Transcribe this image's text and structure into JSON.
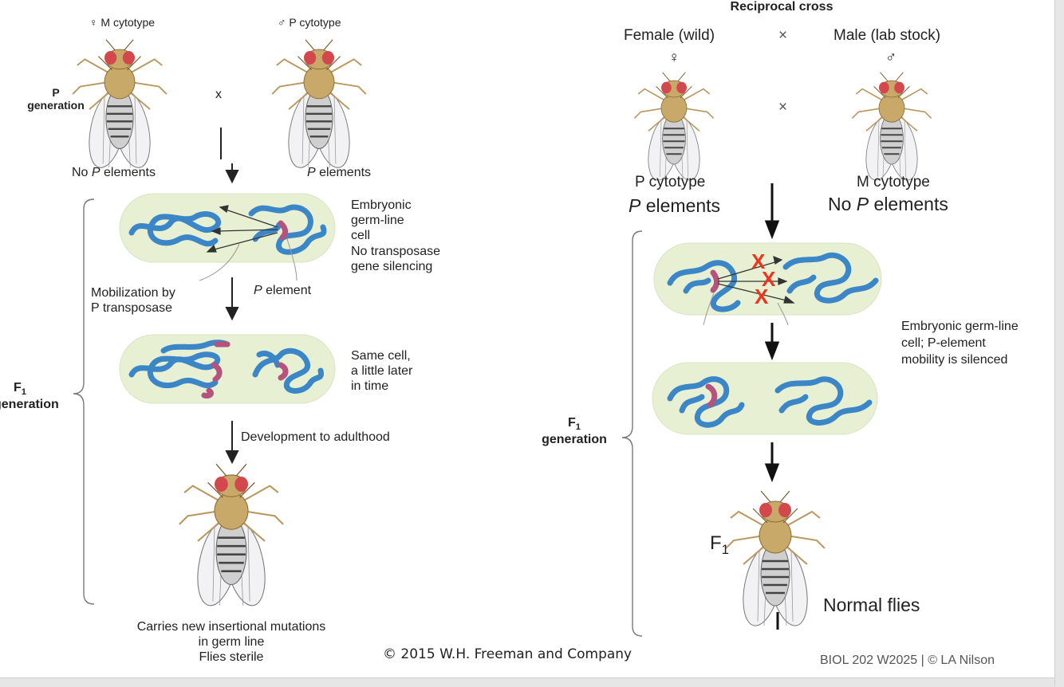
{
  "left": {
    "female_label": "♀ M cytotype",
    "male_label": "♂ P cytotype",
    "p_generation": [
      "P",
      "generation"
    ],
    "cross_symbol": "x",
    "no_p_elements": [
      "No ",
      "P",
      " elements"
    ],
    "p_elements": [
      "P",
      " elements"
    ],
    "cell_label": [
      "Embryonic",
      "germ-line",
      "cell",
      "No transposase",
      "gene silencing"
    ],
    "mobilization": [
      "Mobilization by",
      "P transposase"
    ],
    "p_element": [
      "P",
      " element"
    ],
    "same_cell": [
      "Same cell,",
      "a little later",
      "in time"
    ],
    "f1_generation": [
      "F",
      "1",
      "generation"
    ],
    "development": "Development to adulthood",
    "outcome": [
      "Carries new insertional mutations",
      "in germ line",
      "Flies sterile"
    ]
  },
  "right": {
    "title": "Reciprocal cross",
    "female": "Female (wild)",
    "male": "Male (lab stock)",
    "times": "×",
    "female_symbol": "♀",
    "male_symbol": "♂",
    "female_cytotype": "P cytotype",
    "female_elements": [
      "P",
      " elements"
    ],
    "male_cytotype": "M cytotype",
    "male_elements": [
      "No ",
      "P",
      " elements"
    ],
    "silenced_mark": "X",
    "note": [
      "Embryonic germ-line",
      "cell; P-element",
      "mobility is silenced"
    ],
    "f1_generation": [
      "F",
      "1",
      "generation"
    ],
    "f1_label": [
      "F",
      "1"
    ],
    "normal_flies": "Normal flies"
  },
  "footer": {
    "copyright": "© 2015 W.H. Freeman and Company",
    "course": "BIOL 202 W2025 | © LA Nilson"
  },
  "colors": {
    "chromosome": "#3b86c6",
    "p_element": "#b5527e",
    "cell_fill": "#e8f0d4",
    "silenced_x": "#e8361f",
    "fly_body": "#c9a96a",
    "fly_eye": "#d3484d"
  }
}
